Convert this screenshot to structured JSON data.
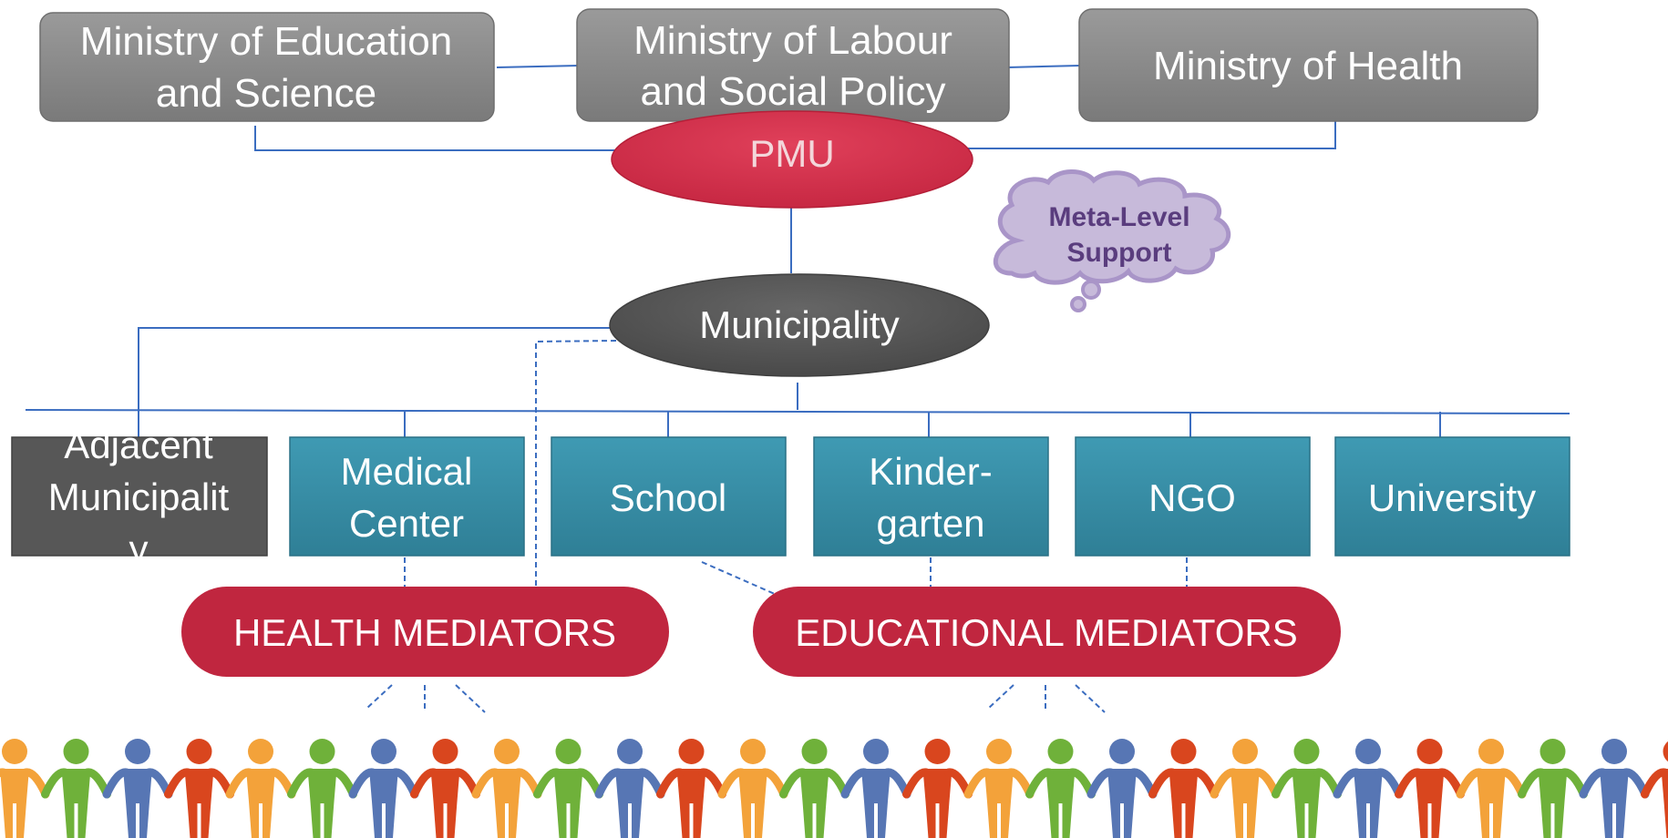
{
  "ministries": [
    {
      "lines": [
        "Ministry of Education",
        "and Science"
      ]
    },
    {
      "lines": [
        "Ministry of Labour",
        "and Social Policy"
      ]
    },
    {
      "lines": [
        "Ministry of Health"
      ]
    }
  ],
  "pmu": {
    "label": "PMU"
  },
  "cloud": {
    "lines": [
      "Meta-Level",
      "Support"
    ]
  },
  "municipality": {
    "label": "Municipality"
  },
  "institutions": [
    {
      "lines": [
        "Adjacent",
        "Municipalit",
        "y"
      ]
    },
    {
      "lines": [
        "Medical",
        "Center"
      ]
    },
    {
      "lines": [
        "School"
      ]
    },
    {
      "lines": [
        "Kinder-",
        "garten"
      ]
    },
    {
      "lines": [
        "NGO"
      ]
    },
    {
      "lines": [
        "University"
      ]
    }
  ],
  "mediators": [
    {
      "label": "HEALTH MEDIATORS"
    },
    {
      "label": "EDUCATIONAL MEDIATORS"
    }
  ],
  "colors": {
    "ministry": "#878787",
    "pmu": "#d5304a",
    "municipality": "#555555",
    "institution": "#378ea6",
    "adjacent": "#575757",
    "mediator": "#c0263f",
    "line": "#3b6dc0",
    "cloud_fill": "#c7bada",
    "cloud_stroke": "#a995c8",
    "people": [
      "#f3a23a",
      "#6fb13a",
      "#5776b4",
      "#d9461e"
    ]
  }
}
